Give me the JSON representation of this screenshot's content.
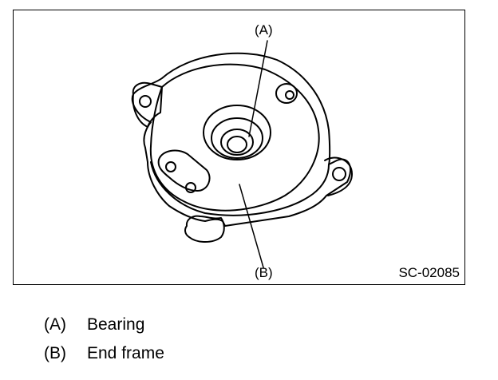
{
  "diagram": {
    "callouts": [
      {
        "key": "A",
        "text": "(A)"
      },
      {
        "key": "B",
        "text": "(B)"
      }
    ],
    "figure_code": "SC-02085",
    "line_color": "#000000"
  },
  "legend": [
    {
      "key": "(A)",
      "label": "Bearing"
    },
    {
      "key": "(B)",
      "label": "End frame"
    }
  ]
}
